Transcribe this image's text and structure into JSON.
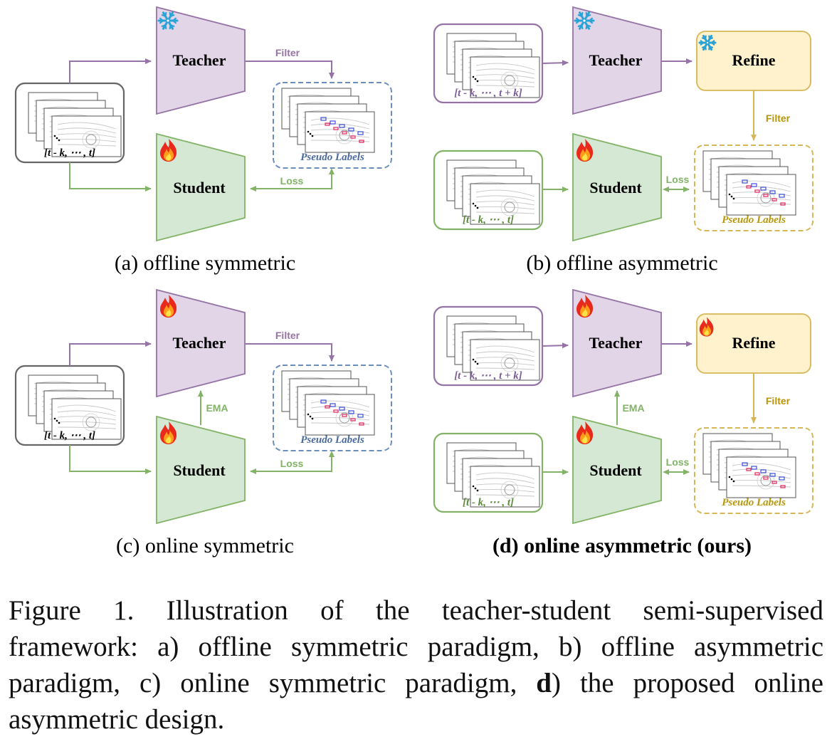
{
  "panels": [
    {
      "id": "a",
      "subcaption": "(a) offline symmetric",
      "subcaption_bold": false,
      "teacher_label": "Teacher",
      "student_label": "Student",
      "teacher_state": "frozen",
      "student_state": "training",
      "input_label": "[t - k, ⋯ , t]",
      "pseudo_label": "Pseudo Labels",
      "filter_label": "Filter",
      "loss_label": "Loss"
    },
    {
      "id": "b",
      "subcaption": "(b) offline asymmetric",
      "subcaption_bold": false,
      "teacher_label": "Teacher",
      "student_label": "Student",
      "refine_label": "Refine",
      "teacher_state": "frozen",
      "refine_state": "frozen",
      "student_state": "training",
      "teacher_input_label": "[t - k, ⋯ , t + k]",
      "student_input_label": "[t - k, ⋯ , t]",
      "pseudo_label": "Pseudo Labels",
      "filter_label": "Filter",
      "loss_label": "Loss"
    },
    {
      "id": "c",
      "subcaption": "(c) online symmetric",
      "subcaption_bold": false,
      "teacher_label": "Teacher",
      "student_label": "Student",
      "teacher_state": "training",
      "student_state": "training",
      "input_label": "[t - k, ⋯ , t]",
      "pseudo_label": "Pseudo Labels",
      "filter_label": "Filter",
      "loss_label": "Loss",
      "ema_label": "EMA"
    },
    {
      "id": "d",
      "subcaption": "(d) online asymmetric (ours)",
      "subcaption_bold": true,
      "teacher_label": "Teacher",
      "student_label": "Student",
      "refine_label": "Refine",
      "teacher_state": "training",
      "refine_state": "training",
      "student_state": "training",
      "teacher_input_label": "[t - k, ⋯ , t + k]",
      "student_input_label": "[t - k, ⋯ , t]",
      "pseudo_label": "Pseudo Labels",
      "filter_label": "Filter",
      "loss_label": "Loss",
      "ema_label": "EMA"
    }
  ],
  "caption": {
    "lines": [
      "Figure 1.  Illustration of the teacher-student semi-supervised",
      "framework: a) offline symmetric paradigm, b) offline asymmetric",
      "paradigm, c) online symmetric paradigm, |d|) the proposed online",
      "asymmetric design."
    ]
  },
  "colors": {
    "teacher_fill": "#e1d5e7",
    "teacher_stroke": "#9673a6",
    "student_fill": "#d5e8d4",
    "student_stroke": "#82b366",
    "refine_fill": "#fff2cc",
    "refine_stroke": "#d6b656",
    "pseudo_blue": "#6c8ebf",
    "pseudo_gold": "#d6b656",
    "gray": "#666666",
    "text_teacher_input": "#7a5a94",
    "text_student_input": "#5a8a3a",
    "text_pseudo_blue": "#4a6a9f",
    "text_pseudo_gold": "#b8960c"
  },
  "icons": {
    "frozen": "snowflake-icon",
    "training": "fire-icon"
  }
}
